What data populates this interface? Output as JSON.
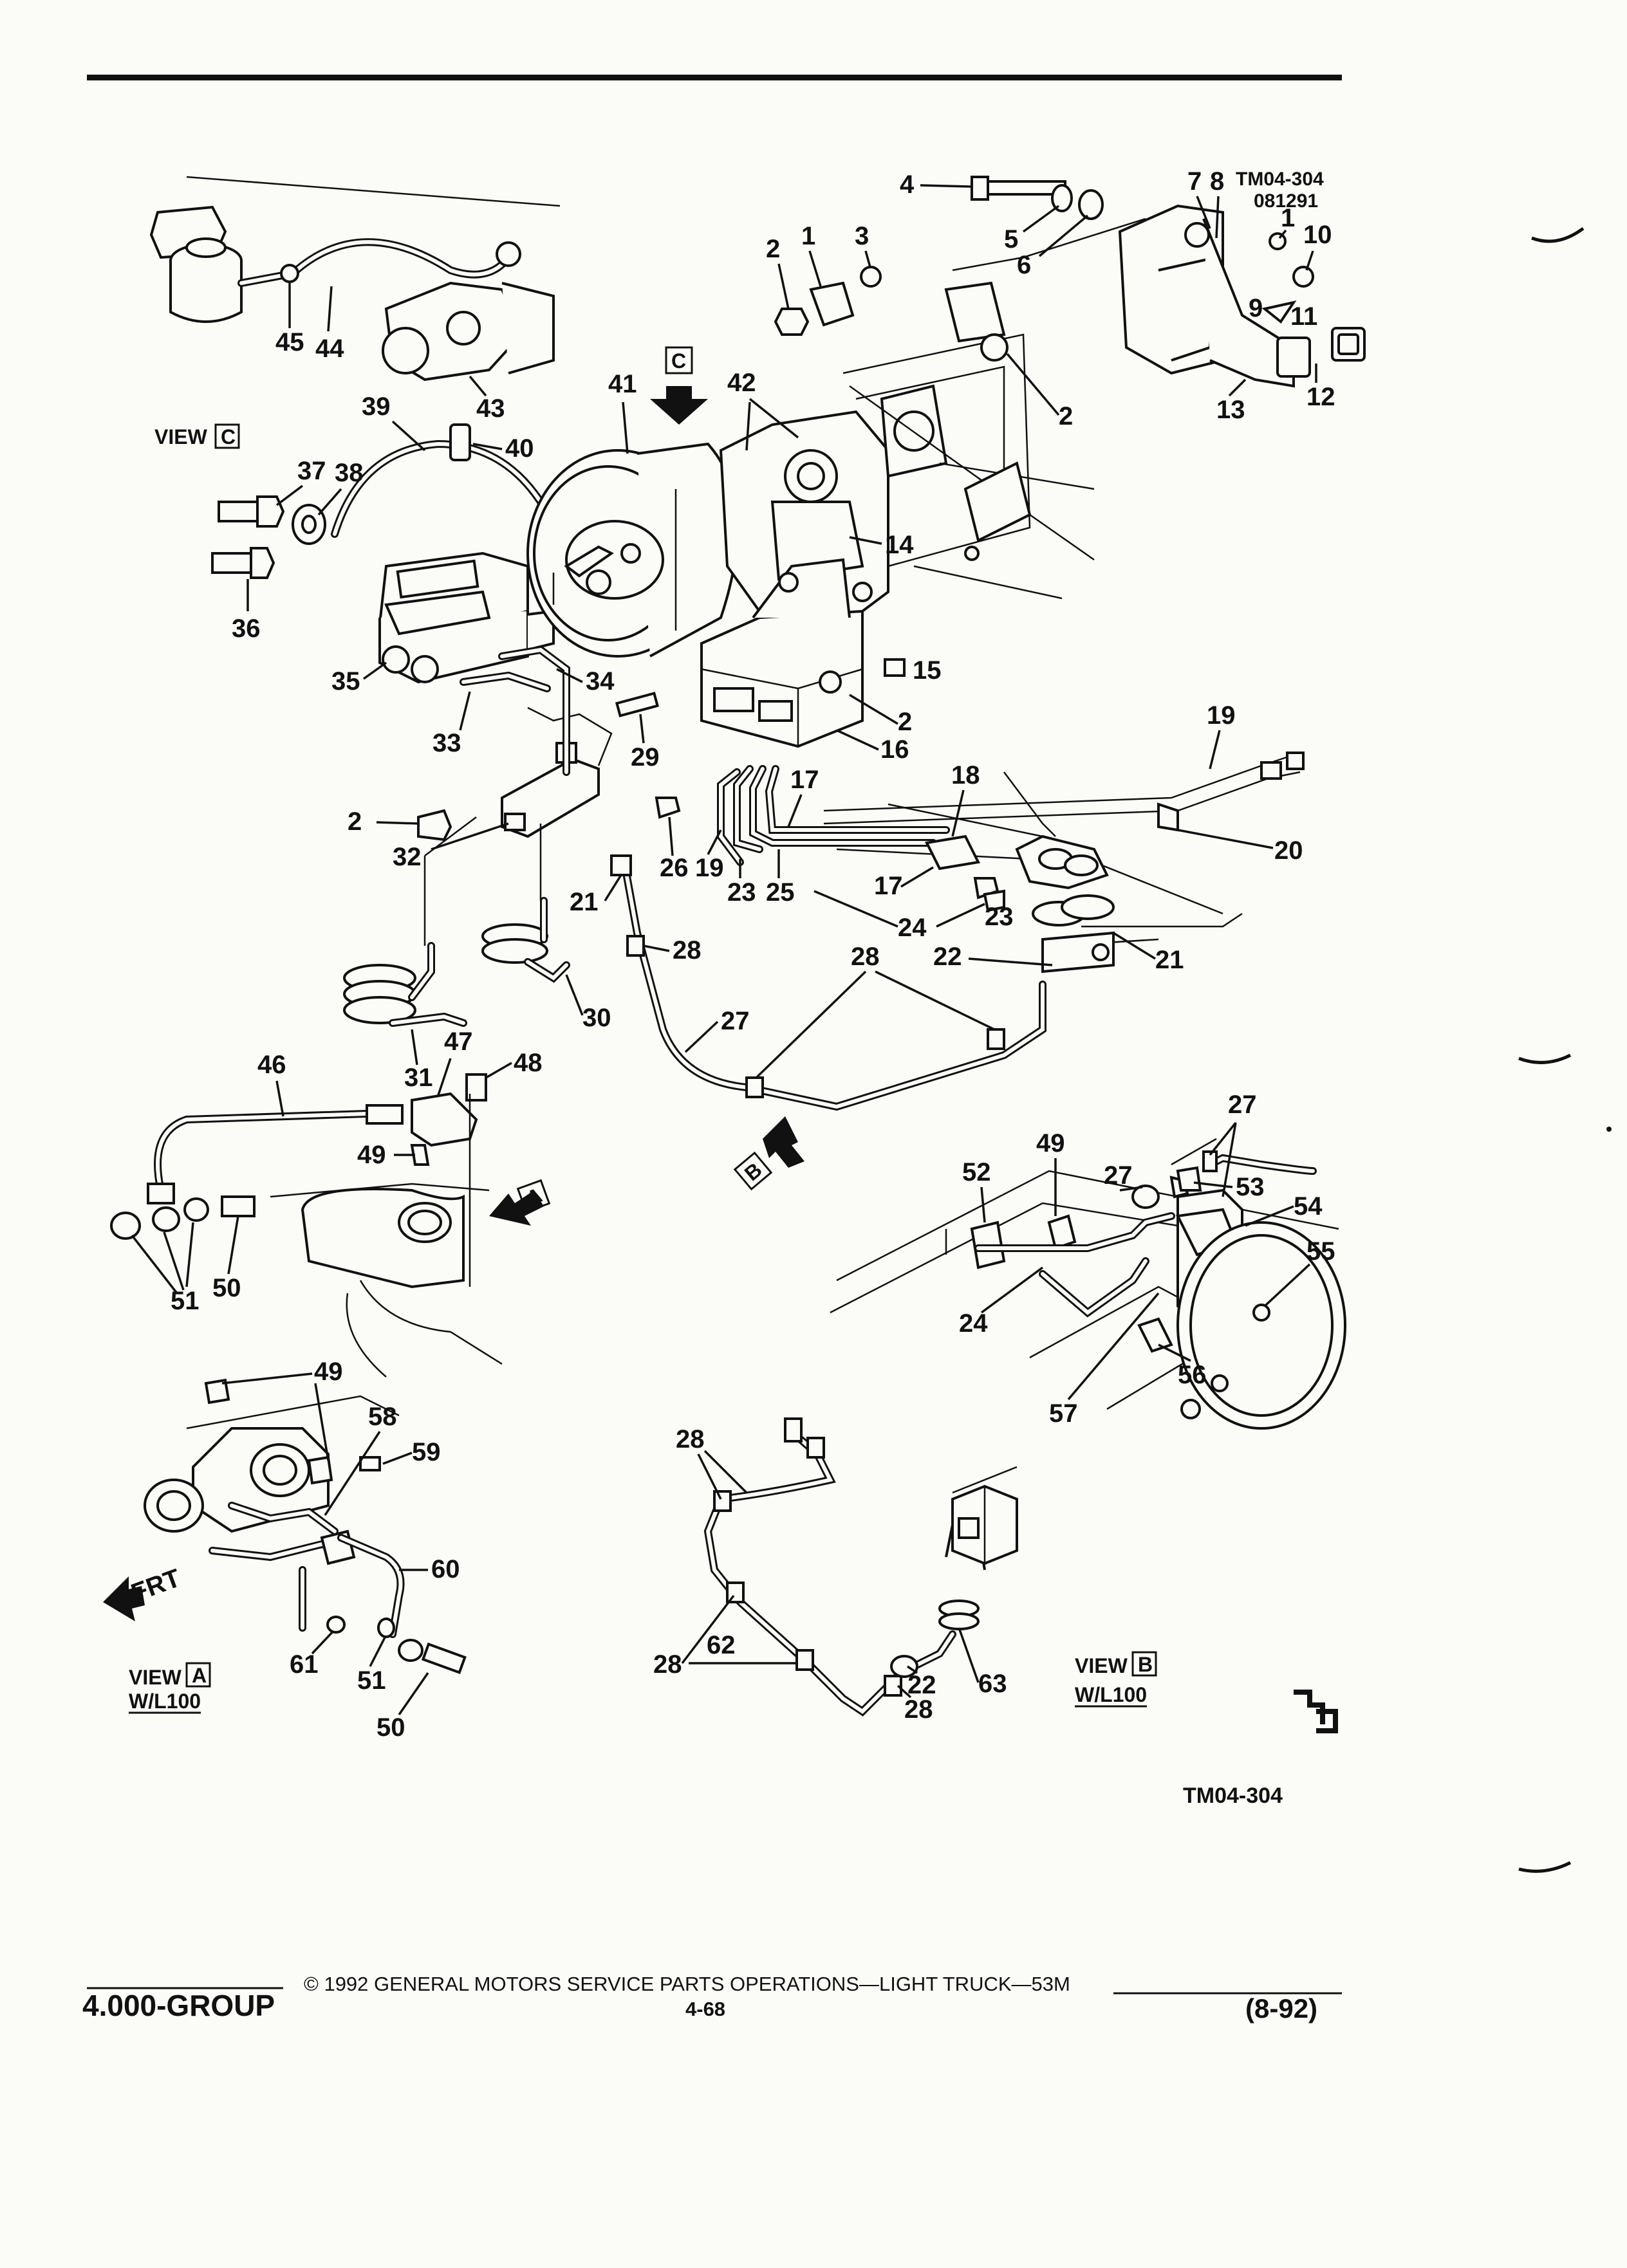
{
  "header": {
    "drawing_id": "TM04-304",
    "drawing_date": "081291"
  },
  "views": {
    "view_c_label": "VIEW",
    "view_c_box": "C",
    "view_a_label": "VIEW",
    "view_a_box": "A",
    "view_a_sub": "W/L100",
    "view_b_label": "VIEW",
    "view_b_box": "B",
    "view_b_sub": "W/L100",
    "arrow_c": "C",
    "arrow_a": "A",
    "arrow_b": "B",
    "frt": "FRT"
  },
  "callouts": {
    "c1": "1",
    "c2": "2",
    "c3": "3",
    "c4": "4",
    "c5": "5",
    "c6": "6",
    "c7": "7",
    "c8": "8",
    "c9": "9",
    "c10": "10",
    "c11": "11",
    "c12": "12",
    "c13": "13",
    "c14": "14",
    "c15": "15",
    "c16": "16",
    "c17": "17",
    "c18": "18",
    "c19": "19",
    "c20": "20",
    "c21": "21",
    "c22": "22",
    "c23": "23",
    "c24": "24",
    "c25": "25",
    "c26": "26",
    "c27": "27",
    "c28": "28",
    "c29": "29",
    "c30": "30",
    "c31": "31",
    "c32": "32",
    "c33": "33",
    "c34": "34",
    "c35": "35",
    "c36": "36",
    "c37": "37",
    "c38": "38",
    "c39": "39",
    "c40": "40",
    "c41": "41",
    "c42": "42",
    "c43": "43",
    "c44": "44",
    "c45": "45",
    "c46": "46",
    "c47": "47",
    "c48": "48",
    "c49": "49",
    "c50": "50",
    "c51": "51",
    "c52": "52",
    "c53": "53",
    "c54": "54",
    "c55": "55",
    "c56": "56",
    "c57": "57",
    "c58": "58",
    "c59": "59",
    "c60": "60",
    "c61": "61",
    "c62": "62",
    "c63": "63"
  },
  "footer": {
    "drawing_id": "TM04-304",
    "copyright": "© 1992 GENERAL MOTORS SERVICE PARTS OPERATIONS—LIGHT TRUCK—53M",
    "group": "4.000-GROUP",
    "page": "4-68",
    "date": "(8-92)"
  }
}
